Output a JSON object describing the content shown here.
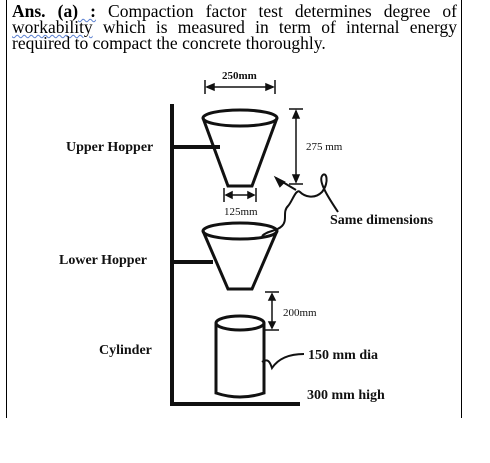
{
  "answer": {
    "lead": "Ans. (a)",
    "colon": " :",
    "text_1": "  Compaction factor test determines degree of ",
    "text_wavy": "workability",
    "text_2": " which is measured in term of internal energy required to compact the concrete thoroughly."
  },
  "diagram": {
    "top_width": "250mm",
    "hopper_height": "275 mm",
    "bottom_width": "125mm",
    "same_dimensions": "Same dimensions",
    "gap": "200mm",
    "cylinder_dia": "150 mm dia",
    "cylinder_high": "300 mm high",
    "labels": {
      "upper_hopper": "Upper Hopper",
      "lower_hopper": "Lower Hopper",
      "cylinder": "Cylinder"
    }
  },
  "colors": {
    "ink": "#111111",
    "spell_underline": "#5a7fd0"
  }
}
